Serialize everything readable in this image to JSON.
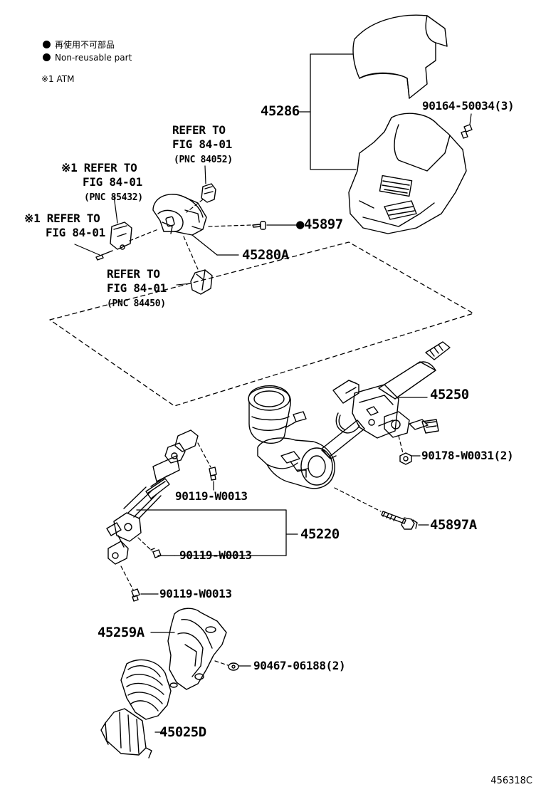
{
  "legend": {
    "item1": "再使用不可部品",
    "item2": "Non-reusable part",
    "note": "※1 ATM"
  },
  "figure_id": "456318C",
  "parts": {
    "p45286": "45286",
    "p90164": "90164-50034(3)",
    "p45897": "●45897",
    "p45280A": "45280A",
    "p45250": "45250",
    "p90178": "90178-W0031(2)",
    "p45897A": "45897A",
    "p45220": "45220",
    "p90119a": "90119-W0013",
    "p90119b": "90119-W0013",
    "p90119c": "90119-W0013",
    "p45259A": "45259A",
    "p90467": "90467-06188(2)",
    "p45025D": "45025D"
  },
  "refs": {
    "r84052": {
      "line1": "REFER TO",
      "line2": "FIG 84-01",
      "line3": "(PNC 84052)"
    },
    "r85432": {
      "line1": "※1 REFER TO",
      "line2": "FIG 84-01",
      "line3": "(PNC 85432)"
    },
    "rAtm": {
      "line1": "※1 REFER TO",
      "line2": "FIG 84-01"
    },
    "r84450": {
      "line1": "REFER TO",
      "line2": "FIG 84-01",
      "line3": "(PNC 84450)"
    }
  }
}
